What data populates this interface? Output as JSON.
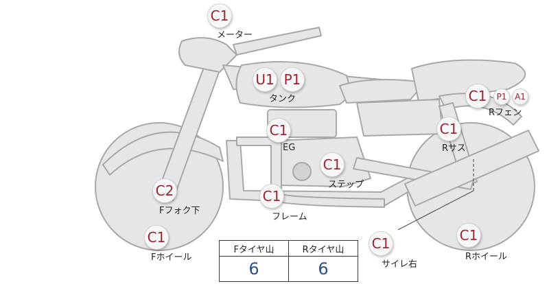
{
  "parts": [
    {
      "id": "meter",
      "label": "メーター",
      "codes": [
        "C1"
      ]
    },
    {
      "id": "tank",
      "label": "タンク",
      "codes": [
        "U1",
        "P1"
      ]
    },
    {
      "id": "r-fender",
      "label": "Rフェン",
      "codes": [
        "C1",
        "P1",
        "A1"
      ]
    },
    {
      "id": "eg",
      "label": "EG",
      "codes": [
        "C1"
      ]
    },
    {
      "id": "r-suspension",
      "label": "Rサス",
      "codes": [
        "C1"
      ]
    },
    {
      "id": "step",
      "label": "ステップ",
      "codes": [
        "C1"
      ]
    },
    {
      "id": "f-fork-lower",
      "label": "Fフォク下",
      "codes": [
        "C2"
      ]
    },
    {
      "id": "frame",
      "label": "フレーム",
      "codes": [
        "C1"
      ]
    },
    {
      "id": "f-wheel",
      "label": "Fホイール",
      "codes": [
        "C1"
      ]
    },
    {
      "id": "silencer-right",
      "label": "サイレ右",
      "codes": [
        "C1"
      ]
    },
    {
      "id": "r-wheel",
      "label": "Rホイール",
      "codes": [
        "C1"
      ]
    }
  ],
  "tire_table": {
    "headers": [
      "Fタイヤ山",
      "Rタイヤ山"
    ],
    "values": [
      "6",
      "6"
    ]
  },
  "colors": {
    "code_text": "#9b2230",
    "tire_value": "#2d4f8c",
    "bike_fill": "#e6e6e6",
    "bike_stroke": "#a8a8a8"
  }
}
